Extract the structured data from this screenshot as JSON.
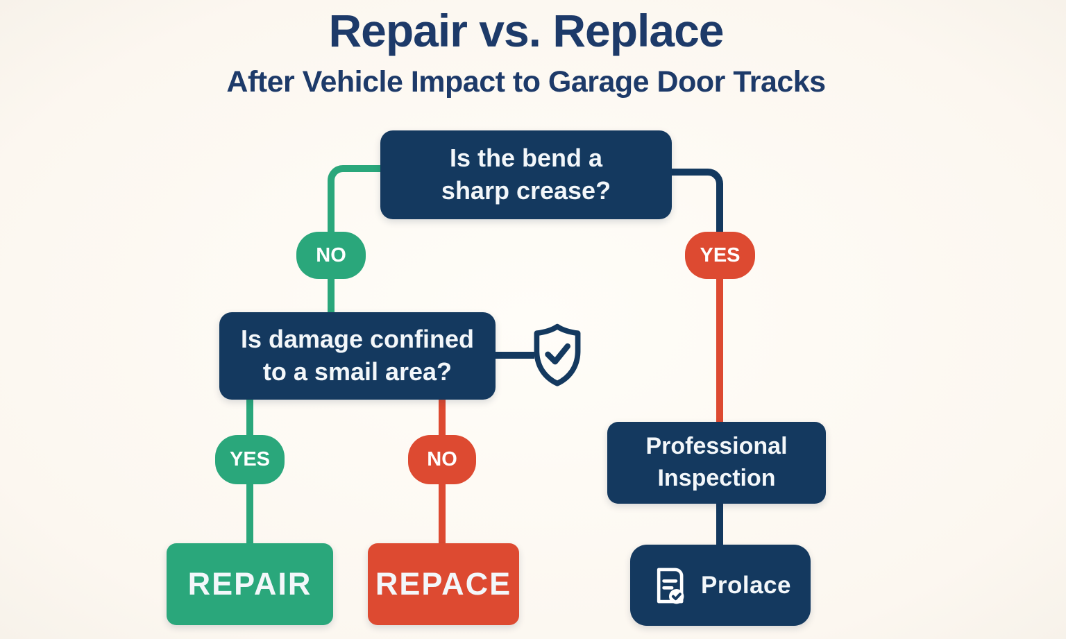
{
  "header": {
    "title": "Repair vs. Replace",
    "subtitle": "After Vehicle Impact to Garage Door Tracks"
  },
  "flowchart": {
    "decision_top": {
      "line1": "Is the bend a",
      "line2": "sharp crease?"
    },
    "decision_damage": {
      "line1": "Is damage confined",
      "line2": "to a smail area?"
    },
    "inspection": {
      "line1": "Professional",
      "line2": "Inspection"
    },
    "badges": {
      "top_no": "NO",
      "top_yes": "YES",
      "damage_yes": "YES",
      "damage_no": "NO"
    },
    "outcomes": {
      "repair": "REPAIR",
      "replace": "REPACE",
      "prolace": "Prolace"
    }
  },
  "icons": {
    "shield": "shield-check-icon",
    "document": "document-check-icon"
  },
  "colors": {
    "background": "#fdf9f2",
    "navy_box": "#14395f",
    "title_navy": "#1d3a69",
    "green": "#2aa77b",
    "red": "#dd4a31",
    "text_light": "#f3f7fa"
  }
}
